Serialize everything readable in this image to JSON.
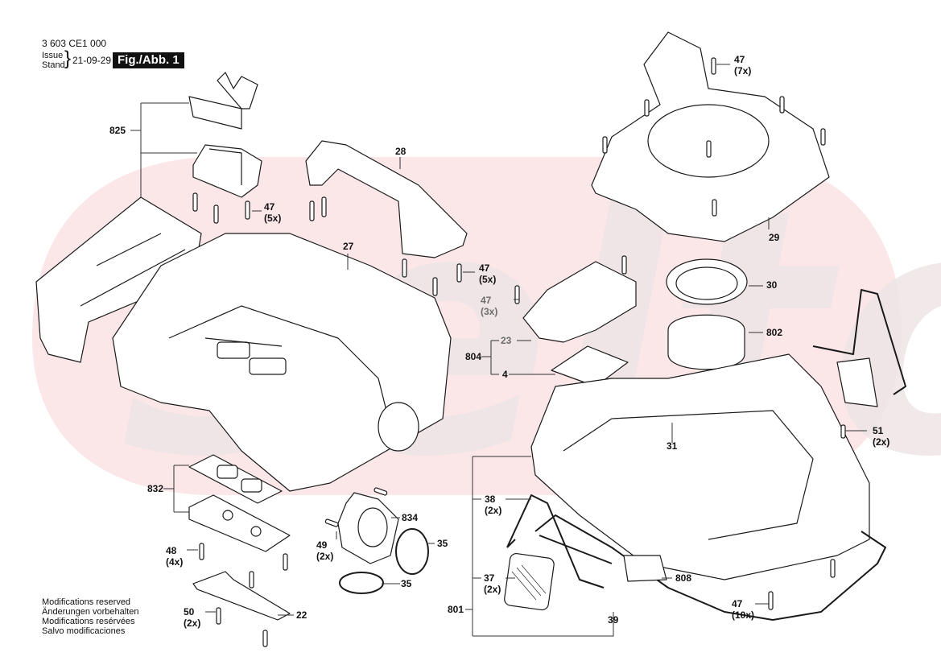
{
  "header": {
    "document_code": "3 603 CE1 000",
    "issue_label": "Issue",
    "stand_label": "Stand",
    "date": "21-09-29",
    "figure_badge": "Fig./Abb. 1"
  },
  "notes": [
    "Modifications reserved",
    "Änderungen vorbehalten",
    "Modifications resérvées",
    "Salvo modificaciones"
  ],
  "watermark": {
    "text": "selto",
    "blob_color": "#fbe6e8",
    "text_color": "#ece6e7"
  },
  "colors": {
    "line": "#1a1a1a",
    "badge_bg": "#111111",
    "badge_fg": "#ffffff"
  },
  "parts": [
    {
      "id": "p825",
      "number": "825",
      "qty": ""
    },
    {
      "id": "p47a",
      "number": "47",
      "qty": "(5x)"
    },
    {
      "id": "p28",
      "number": "28",
      "qty": ""
    },
    {
      "id": "p27",
      "number": "27",
      "qty": ""
    },
    {
      "id": "p47b",
      "number": "47",
      "qty": "(5x)"
    },
    {
      "id": "p47c",
      "number": "47",
      "qty": "(3x)"
    },
    {
      "id": "p804",
      "number": "804",
      "qty": ""
    },
    {
      "id": "p23",
      "number": "23",
      "qty": ""
    },
    {
      "id": "p4",
      "number": "4",
      "qty": ""
    },
    {
      "id": "p47d",
      "number": "47",
      "qty": "(7x)"
    },
    {
      "id": "p29",
      "number": "29",
      "qty": ""
    },
    {
      "id": "p30",
      "number": "30",
      "qty": ""
    },
    {
      "id": "p802",
      "number": "802",
      "qty": ""
    },
    {
      "id": "p31",
      "number": "31",
      "qty": ""
    },
    {
      "id": "p51",
      "number": "51",
      "qty": "(2x)"
    },
    {
      "id": "p832",
      "number": "832",
      "qty": ""
    },
    {
      "id": "p48",
      "number": "48",
      "qty": "(4x)"
    },
    {
      "id": "p50",
      "number": "50",
      "qty": "(2x)"
    },
    {
      "id": "p22",
      "number": "22",
      "qty": ""
    },
    {
      "id": "p834",
      "number": "834",
      "qty": ""
    },
    {
      "id": "p49",
      "number": "49",
      "qty": "(2x)"
    },
    {
      "id": "p35a",
      "number": "35",
      "qty": ""
    },
    {
      "id": "p35b",
      "number": "35",
      "qty": ""
    },
    {
      "id": "p38",
      "number": "38",
      "qty": "(2x)"
    },
    {
      "id": "p37",
      "number": "37",
      "qty": "(2x)"
    },
    {
      "id": "p801",
      "number": "801",
      "qty": ""
    },
    {
      "id": "p39",
      "number": "39",
      "qty": ""
    },
    {
      "id": "p808",
      "number": "808",
      "qty": ""
    },
    {
      "id": "p47e",
      "number": "47",
      "qty": "(10x)"
    }
  ]
}
